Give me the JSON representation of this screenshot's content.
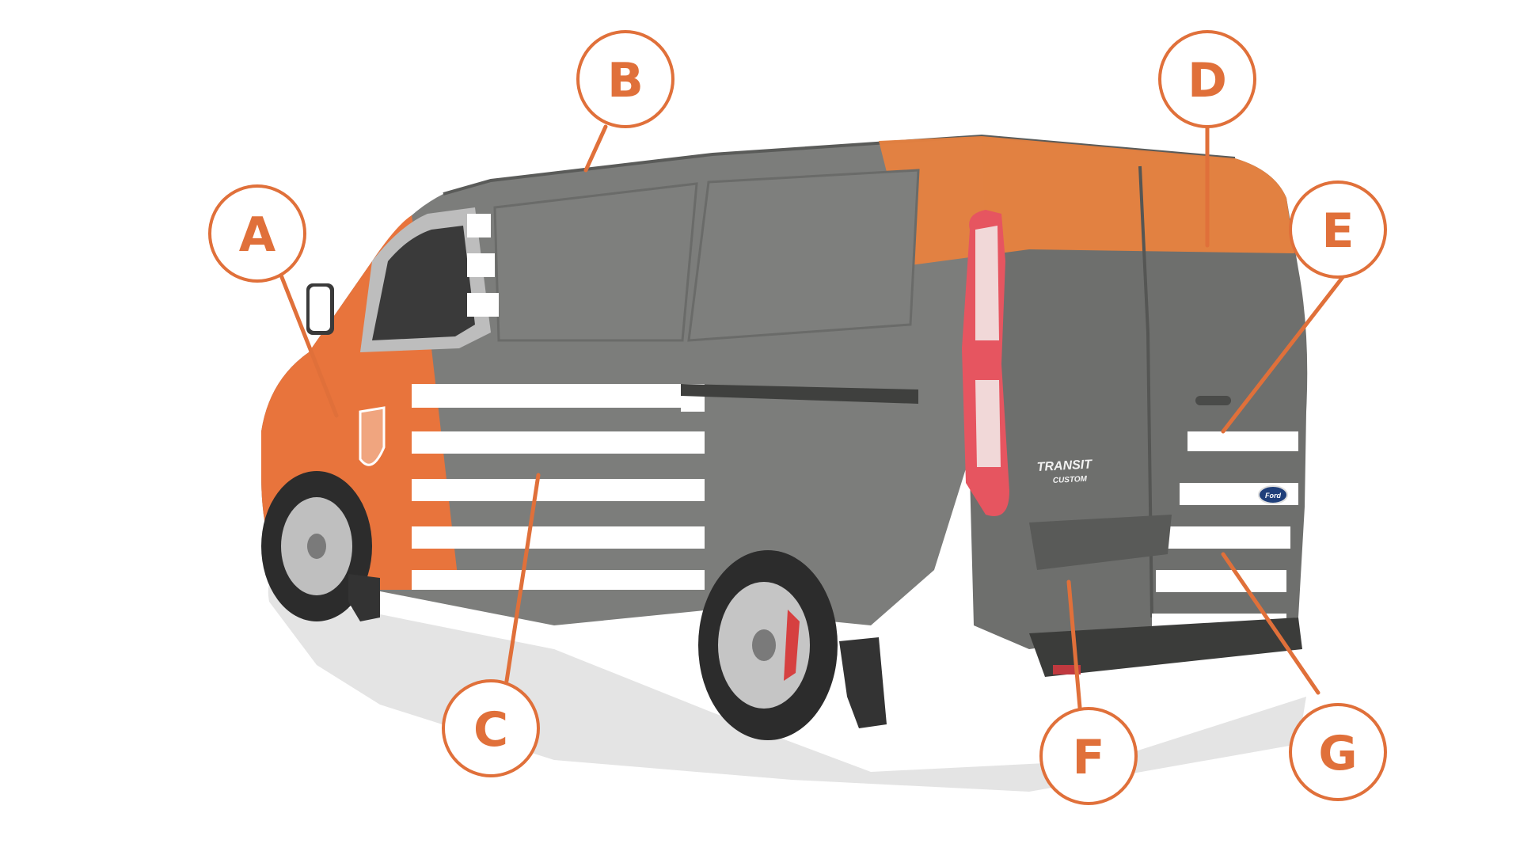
{
  "colors": {
    "accent": "#E0703A",
    "accent_fill": "#E8743C",
    "body_grey": "#7A7B79",
    "body_grey_dark": "#5F605E",
    "stripe": "#FFFFFF",
    "tyre": "#2C2C2C",
    "shadow": "#E2E2E2"
  },
  "van": {
    "model_line1": "TRANSIT",
    "model_line2": "CUSTOM",
    "brand_badge": "Ford"
  },
  "markers": [
    {
      "id": "A",
      "label": "A"
    },
    {
      "id": "B",
      "label": "B"
    },
    {
      "id": "C",
      "label": "C"
    },
    {
      "id": "D",
      "label": "D"
    },
    {
      "id": "E",
      "label": "E"
    },
    {
      "id": "F",
      "label": "F"
    },
    {
      "id": "G",
      "label": "G"
    }
  ]
}
